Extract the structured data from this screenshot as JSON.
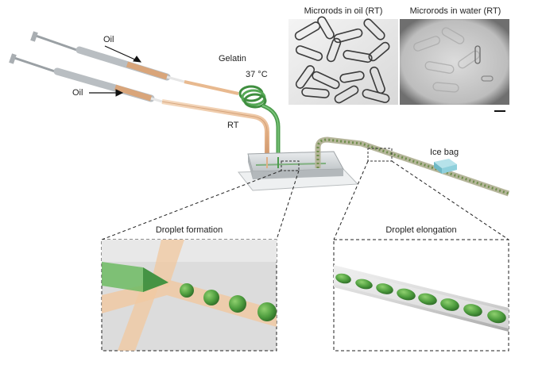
{
  "labels": {
    "oil_top": "Oil",
    "oil_bottom": "Oil",
    "gelatin": "Gelatin",
    "temperature": "37 °C",
    "rt": "RT",
    "ice_bag": "Ice bag"
  },
  "micrographs": {
    "oil_title": "Microrods in oil (RT)",
    "water_title": "Microrods in water (RT)"
  },
  "insets": {
    "formation_title": "Droplet formation",
    "elongation_title": "Droplet elongation"
  },
  "colors": {
    "oil_tube": "#e8b98f",
    "gelatin": "#5aa85a",
    "droplet": "#4f9e3f",
    "chip": "#cfd3d6",
    "ice_bag": "#8fd0dc",
    "syringe": "#b9bec2"
  }
}
